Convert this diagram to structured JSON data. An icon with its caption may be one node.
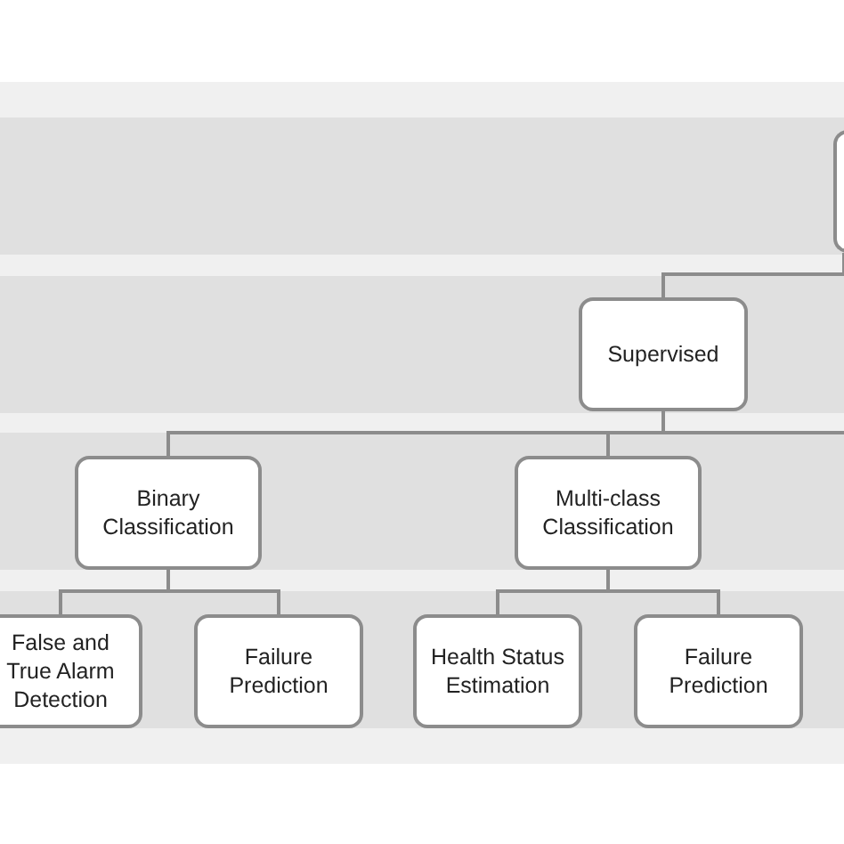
{
  "diagram": {
    "nodes": [
      {
        "text": [],
        "shape": "box"
      },
      {
        "text": [
          "Supervised"
        ]
      },
      {
        "text": [
          "Binary Classification"
        ]
      },
      {
        "text": [
          "Multi-class Classification"
        ]
      },
      {
        "text": [
          "False and True Alarm Detection"
        ]
      },
      {
        "text": [
          "Failure Prediction"
        ]
      },
      {
        "text": [
          "Health Status Estimation"
        ]
      },
      {
        "text": [
          "Failure Prediction"
        ]
      }
    ],
    "edges": [
      {
        "from": 0,
        "to": 1,
        "arrow": "none"
      },
      {
        "from": 1,
        "to": 2,
        "arrow": "none"
      },
      {
        "from": 1,
        "to": 3,
        "arrow": "none"
      },
      {
        "from": 1,
        "to": null,
        "arrow": "none"
      },
      {
        "from": 2,
        "to": 4,
        "arrow": "none"
      },
      {
        "from": 2,
        "to": 5,
        "arrow": "none"
      },
      {
        "from": 3,
        "to": 6,
        "arrow": "none"
      },
      {
        "from": 3,
        "to": 7,
        "arrow": "none"
      }
    ]
  }
}
